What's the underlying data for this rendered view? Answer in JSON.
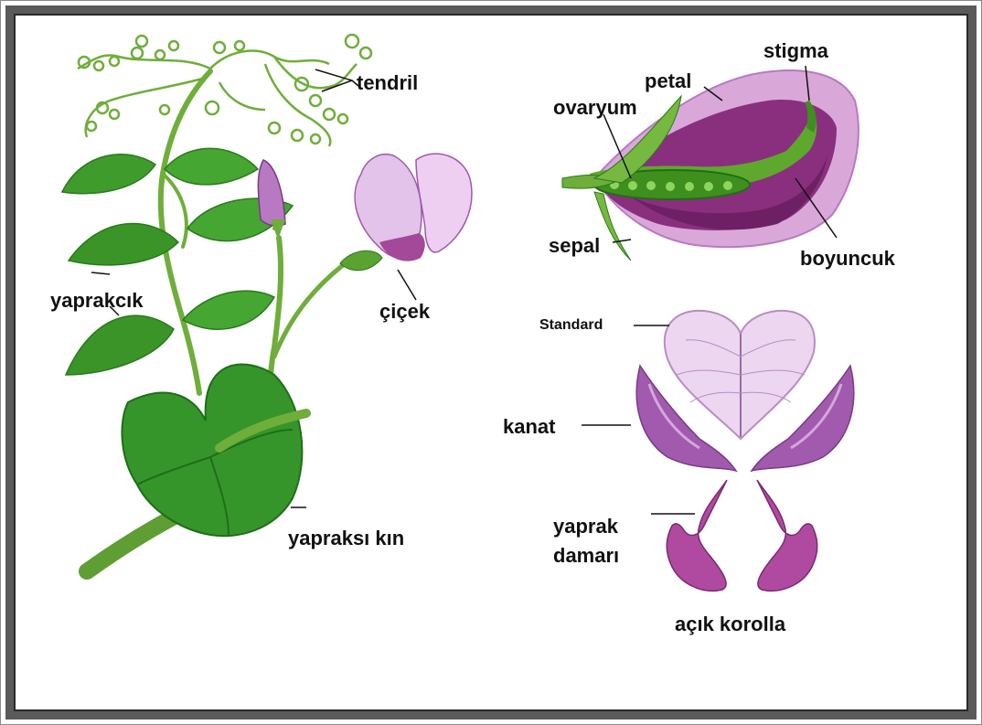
{
  "labels": {
    "tendril": "tendril",
    "yaprakcik": "yaprakcık",
    "cicek": "çiçek",
    "yapraksi_kin": "yapraksı kın",
    "stigma": "stigma",
    "petal": "petal",
    "ovaryum": "ovaryum",
    "sepal": "sepal",
    "boyuncuk": "boyuncuk",
    "standard": "Standard",
    "kanat": "kanat",
    "yaprak_damari_1": "yaprak",
    "yaprak_damari_2": "damarı",
    "acik_korolla": "açık korolla"
  },
  "colors": {
    "leaf": "#3f9c2c",
    "leaf_dark": "#2a7a1c",
    "stem": "#6fae3a",
    "petal_light": "#e6c6ea",
    "petal_mid": "#b77ac2",
    "petal_dark": "#8a2f7e",
    "keel": "#b04aa0",
    "border": "#5a5a5a"
  }
}
